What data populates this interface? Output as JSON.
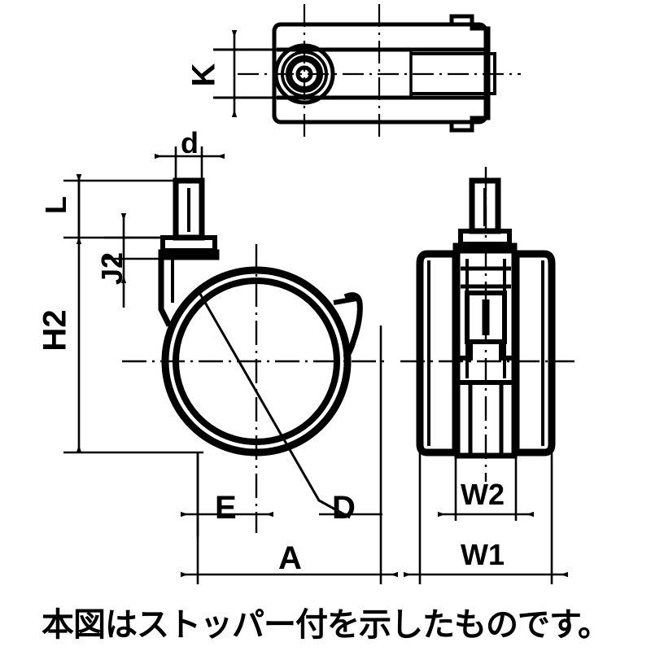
{
  "drawing": {
    "title": "caster-technical-drawing",
    "caption": "本図はストッパー付を示したものです。",
    "line_color": "#000000",
    "background_color": "#ffffff"
  },
  "views": {
    "top": {
      "name": "top-view",
      "label": ""
    },
    "front": {
      "name": "front-view",
      "label": ""
    },
    "side": {
      "name": "side-view",
      "label": ""
    }
  },
  "dimensions": {
    "K": "K",
    "d": "d",
    "L": "L",
    "J2": "J2",
    "H2": "H2",
    "E": "E",
    "D": "D",
    "A": "A",
    "W2": "W2",
    "W1": "W1"
  }
}
